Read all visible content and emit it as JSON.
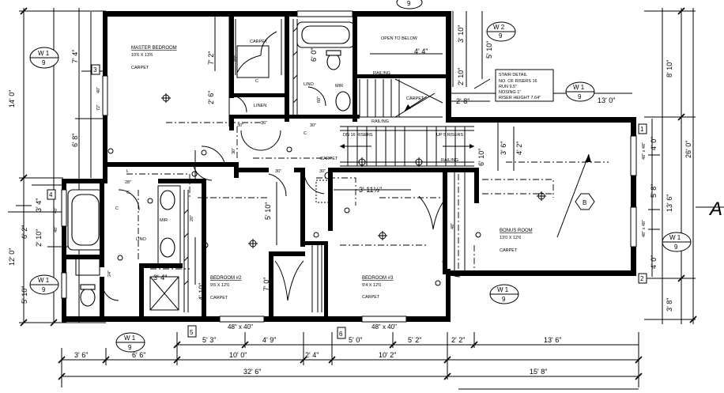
{
  "rooms": {
    "master_bedroom": {
      "name": "MASTER BEDROOM",
      "size": "10'6 X 13'6",
      "finish": "CARPET"
    },
    "bedroom2": {
      "name": "BEDROOM #2",
      "size": "9'6 X 12'0",
      "finish": "CARPET"
    },
    "bedroom3": {
      "name": "BEDROOM #3",
      "size": "9'4 X 12'0",
      "finish": "CARPET"
    },
    "bonus_room": {
      "name": "BONUS ROOM",
      "size": "13'0 X 12'6",
      "finish": "CARPET"
    },
    "open_below": "OPEN TO BELOW",
    "linen": "LINEN",
    "lino_upper": "LINO",
    "lino_lower": "LINO",
    "carpet_closet": "CARPET",
    "carpet_hall": "CARPET",
    "carpet_stair": "CARPET",
    "railing_top": "RAILING",
    "railing_mid": "RAILING",
    "railing_right": "RAILING",
    "mir_upper": "MIR",
    "mir_lower": "MIR",
    "dn_risers": "DN  16 RISERS",
    "up_risers": "UP  5 RISERS",
    "c_closet": "C",
    "c_hall": "C",
    "l_hall": "L",
    "c_left": "C",
    "c_left2": "C"
  },
  "stair_detail": {
    "title": "STAIR DETAIL",
    "lines": [
      "NO. OF RISERS  16",
      "RUN               9.5\"",
      "NOSING            1\"",
      "RISER HEIGHT   7.64\""
    ]
  },
  "windows": {
    "bed2": "48\" x 40\"",
    "bed3": "48\" x 40\"",
    "bonus_top": "48\" x 48\"",
    "bonus_bottom": "48\" x 48\"",
    "left_bath": "48\"",
    "left_ens": "40\"",
    "master": "40\"",
    "master_side": "72\"",
    "bed3_side": "48\""
  },
  "wall_tags": {
    "w1_topleft": {
      "top": "W 1",
      "bottom": "9"
    },
    "w2": {
      "top": "W 2",
      "bottom": "9"
    },
    "w1_right": {
      "top": "W 1",
      "bottom": "9"
    },
    "w1_left": {
      "top": "W 1",
      "bottom": "9"
    },
    "w1_bottom": {
      "top": "W 1",
      "bottom": "9"
    },
    "w1_bonus": {
      "top": "W 1",
      "bottom": "9"
    },
    "w1_farright": {
      "top": "W 1",
      "bottom": "9"
    },
    "top_oval": "9"
  },
  "box_tags": {
    "t3": "3",
    "t4": "4",
    "t5": "5",
    "t6": "6",
    "t1": "1",
    "t2": "2",
    "b": "B"
  },
  "room_dims": {
    "d_3_11": "3' 11½\"",
    "d_4_4": "4' 4\"",
    "d_7_0": "7' 0\"",
    "d_5_10": "5' 10\"",
    "d_3_4": "3' 4\"",
    "d_4_10": "4' 10\"",
    "d_28": "28\"",
    "d_30a": "30\"",
    "d_30b": "30\"",
    "d_30c": "30\"",
    "d_30d": "30\"",
    "d_30e": "30\"",
    "d_36": "36\"",
    "d_24": "24\"",
    "d_29": "29\"",
    "d_20": "20\"",
    "d_60": "60\""
  },
  "dims_bottom": {
    "row1": [
      "5' 3\"",
      "4' 9\"",
      "5' 0\"",
      "5' 2\"",
      "2' 2\"",
      "13' 6\""
    ],
    "row2": [
      "3' 6\"",
      "6' 6\"",
      "10' 0\"",
      "2' 4\"",
      "10' 2\""
    ],
    "row3": [
      "32' 6\"",
      "15' 8\""
    ]
  },
  "dims_left": {
    "outer": [
      "14' 0\"",
      "12' 0\""
    ],
    "mid": [
      "7' 4\"",
      "6' 8\"",
      "6' 2\"",
      "5' 10\""
    ],
    "inner": [
      "3' 4\"",
      "2' 10\""
    ]
  },
  "dims_right": {
    "outer": [
      "8' 10\"",
      "26' 0\""
    ],
    "mid": [
      "5' 10\"",
      "13' 6\"",
      "3' 8\""
    ],
    "inner": [
      "3' 6\"",
      "4' 0\"",
      "5' 8\"",
      "4' 0\"",
      "2' 10\"",
      "3' 10\"",
      "6' 10\"",
      "4' 2\"",
      "13' 0\"",
      "2' 8\""
    ]
  },
  "dims_top": {
    "t1": "2' 6\"",
    "t2": "7' 2\"",
    "t3": "6' 0\""
  },
  "edge_letter": "A"
}
